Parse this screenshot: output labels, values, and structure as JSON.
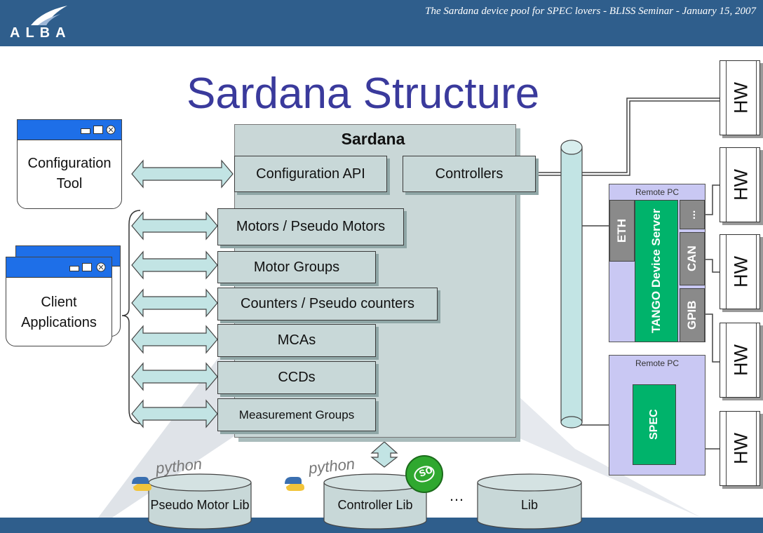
{
  "header": {
    "caption": "The Sardana device pool for SPEC lovers - BLISS Seminar - January 15, 2007",
    "logo_text": "ALBA",
    "color": "#2f5e8c"
  },
  "title": "Sardana Structure",
  "sardana": {
    "label": "Sardana",
    "configuration_api": "Configuration API",
    "controllers": "Controllers",
    "elements": [
      "Motors / Pseudo Motors",
      "Motor Groups",
      "Counters / Pseudo counters",
      "MCAs",
      "CCDs",
      "Measurement Groups"
    ]
  },
  "clients": {
    "configuration_tool": "Configuration Tool",
    "client_applications": "Client Applications"
  },
  "remote_pc_1": {
    "label": "Remote PC",
    "eth": "ETH",
    "tango": "TANGO Device Server",
    "dots": "...",
    "can": "CAN",
    "gpib": "GPIB"
  },
  "remote_pc_2": {
    "label": "Remote PC",
    "spec": "SPEC"
  },
  "hardware": [
    "HW",
    "HW",
    "HW",
    "HW",
    "HW"
  ],
  "libraries": {
    "pseudo_motor_lib": "Pseudo Motor Lib",
    "controller_lib": "Controller Lib",
    "lib": "Lib",
    "ellipsis": "…",
    "so_badge": "so",
    "python_logo_text": "python"
  },
  "colors": {
    "accent": "#3a3a9c",
    "box": "#c8d8d8",
    "window_bar": "#1e6fe8",
    "remote_pc": "#c9c8f3",
    "tango_green": "#00b36b",
    "so_green": "#2fa82f"
  }
}
